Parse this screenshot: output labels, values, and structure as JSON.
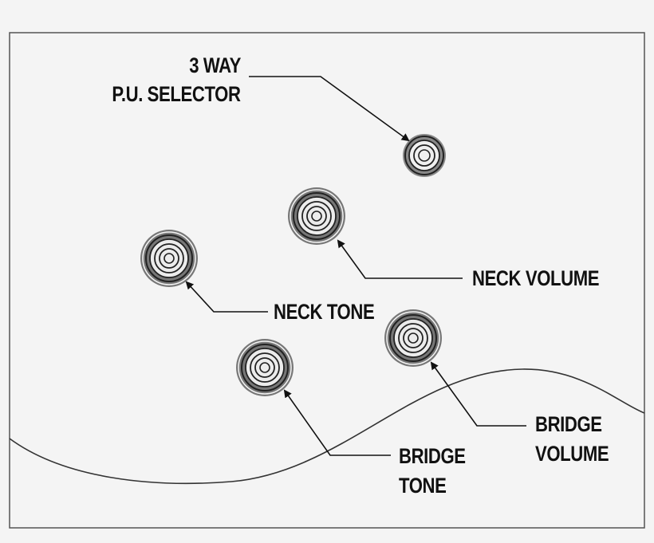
{
  "labels": {
    "selector_line1": "3 WAY",
    "selector_line2": "P.U. SELECTOR",
    "neck_volume": "NECK VOLUME",
    "neck_tone": "NECK TONE",
    "bridge_volume_line1": "BRIDGE",
    "bridge_volume_line2": "VOLUME",
    "bridge_tone_line1": "BRIDGE",
    "bridge_tone_line2": "TONE"
  },
  "colors": {
    "background": "#f4f4f4",
    "ink": "#111111",
    "frame": "#555555"
  }
}
